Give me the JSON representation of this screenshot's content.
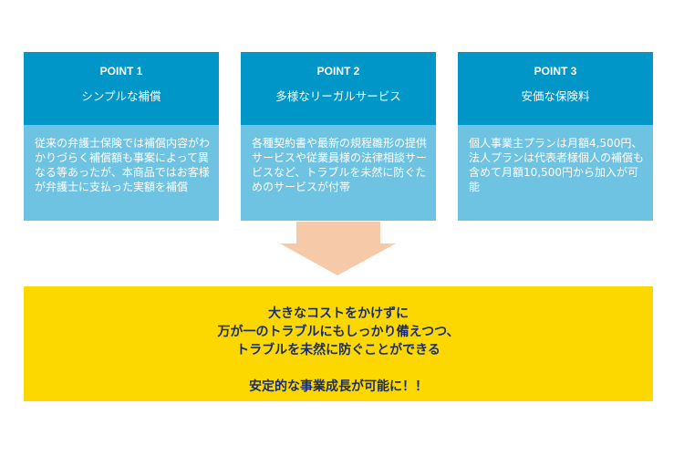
{
  "points": [
    {
      "label": "POINT 1",
      "title": "シンプルな補償",
      "body": "従来の弁護士保険では補償内容がわかりづらく補償額も事案によって異なる等あったが、本商品ではお客様が弁護士に支払った実額を補償"
    },
    {
      "label": "POINT 2",
      "title": "多様なリーガルサービス",
      "body": "各種契約書や最新の規程雛形の提供サービスや従業員様の法律相談サービスなど、トラブルを未然に防ぐためのサービスが付帯"
    },
    {
      "label": "POINT 3",
      "title": "安価な保険料",
      "body": "個人事業主プランは月額4,500円、法人プランは代表者様個人の補償も含めて月額10,500円から加入が可能"
    }
  ],
  "result": {
    "lines": [
      "大きなコストをかけずに",
      "万が一のトラブルにもしっかり備えつつ、",
      "トラブルを未然に防ぐことができる"
    ],
    "conclusion": "安定的な事業成長が可能に！！"
  },
  "colors": {
    "header": "#0096c8",
    "body": "#6fc3e2",
    "arrow": "#f6c9a8",
    "result": "#fcd800",
    "result_text": "#1b2d6b"
  }
}
